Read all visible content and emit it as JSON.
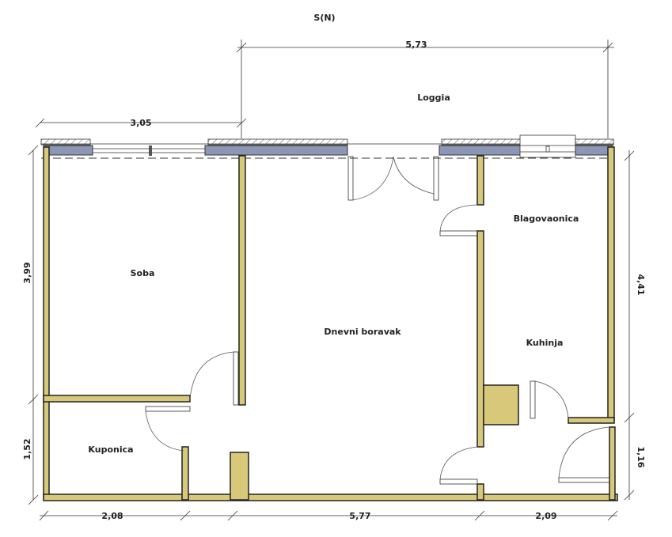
{
  "orientation": "S(N)",
  "rooms": {
    "loggia": "Loggia",
    "soba": "Soba",
    "dnevni": "Dnevni boravak",
    "blagovaonica": "Blagovaonica",
    "kuhinja": "Kuhinja",
    "kuponica": "Kuponica"
  },
  "dimensions": {
    "loggia_width": "5,73",
    "top_left": "3,05",
    "left_upper": "3,99",
    "left_lower": "1,52",
    "right_upper": "4,41",
    "right_lower": "1,16",
    "bottom_left": "2,08",
    "bottom_middle": "5,77",
    "bottom_right": "2,09"
  },
  "colors": {
    "wall": "#d8c97a",
    "glass": "#8b97b5"
  }
}
